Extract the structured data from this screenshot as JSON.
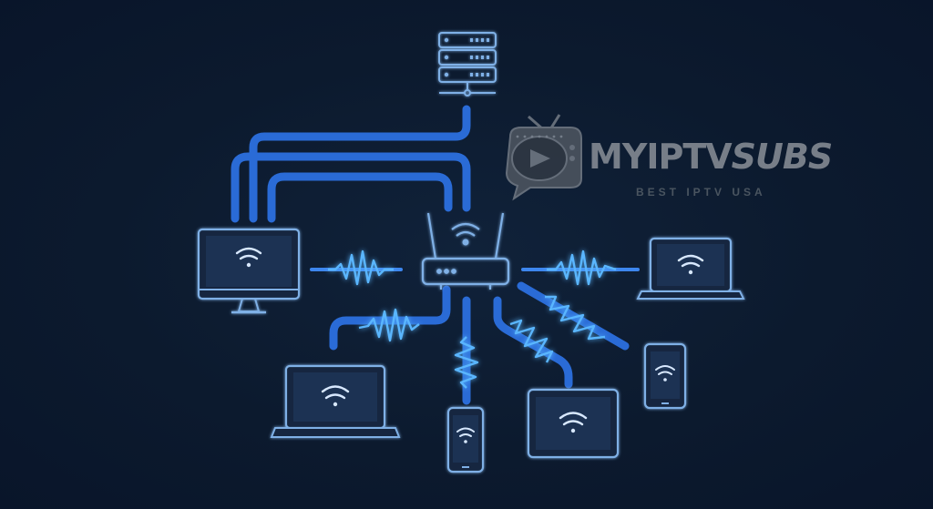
{
  "watermark": {
    "name_part1": "MYIPTV",
    "name_part2": "SUBS",
    "tagline": "BEST IPTV USA"
  },
  "nodes": {
    "server": {
      "icon": "server-icon"
    },
    "router": {
      "icon": "router-icon"
    },
    "desktop": {
      "icon": "desktop-monitor-icon",
      "status_icon": "wifi-icon"
    },
    "laptop_right": {
      "icon": "laptop-icon",
      "status_icon": "wifi-icon"
    },
    "laptop_bottom": {
      "icon": "laptop-icon",
      "status_icon": "wifi-icon"
    },
    "phone_center": {
      "icon": "smartphone-icon",
      "status_icon": "wifi-icon"
    },
    "tablet": {
      "icon": "tablet-icon",
      "status_icon": "wifi-icon"
    },
    "phone_right": {
      "icon": "smartphone-icon",
      "status_icon": "wifi-icon"
    }
  },
  "colors": {
    "background": "#0c1a2e",
    "cable": "#2a6bd6",
    "device_outline": "#7fb0e6",
    "signal_glow": "#4aa8ff",
    "watermark": "#8a9098"
  }
}
